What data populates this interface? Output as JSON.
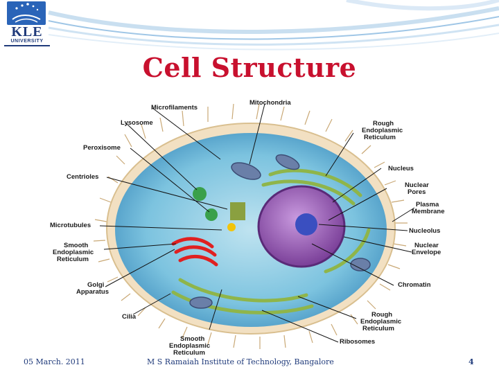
{
  "header": {
    "logo_text": "KLE",
    "logo_subtext": "UNIVERSITY"
  },
  "title": "Cell Structure",
  "diagram": {
    "labels": {
      "microfilaments": "Microfilaments",
      "mitochondria": "Mitochondria",
      "lysosome": "Lysosome",
      "rough_er_line1": "Rough",
      "rough_er_line2": "Endoplasmic",
      "rough_er_line3": "Reticulum",
      "peroxisome": "Peroxisome",
      "nucleus": "Nucleus",
      "centrioles": "Centrioles",
      "nuclear_pores_line1": "Nuclear",
      "nuclear_pores_line2": "Pores",
      "plasma_membrane_line1": "Plasma",
      "plasma_membrane_line2": "Membrane",
      "microtubules": "Microtubules",
      "nucleolus": "Nucleolus",
      "smooth_er_line1": "Smooth",
      "smooth_er_line2": "Endoplasmic",
      "smooth_er_line3": "Reticulum",
      "nuclear_envelope_line1": "Nuclear",
      "nuclear_envelope_line2": "Envelope",
      "golgi_line1": "Golgi",
      "golgi_line2": "Apparatus",
      "chromatin": "Chromatin",
      "cilia": "Cilia",
      "rough_er_bottom_line1": "Rough",
      "rough_er_bottom_line2": "Endoplasmic",
      "rough_er_bottom_line3": "Reticulum",
      "ribosomes": "Ribosomes",
      "smooth_er_bottom_line1": "Smooth",
      "smooth_er_bottom_line2": "Endoplasmic",
      "smooth_er_bottom_line3": "Reticulum"
    }
  },
  "footer": {
    "date": "05 March. 2011",
    "institution": "M S Ramaiah Institute of Technology, Bangalore",
    "page_number": "4"
  },
  "colors": {
    "title": "#c8102e",
    "footer_text": "#1f3a7a",
    "header_wave": "#9fc6e6"
  }
}
